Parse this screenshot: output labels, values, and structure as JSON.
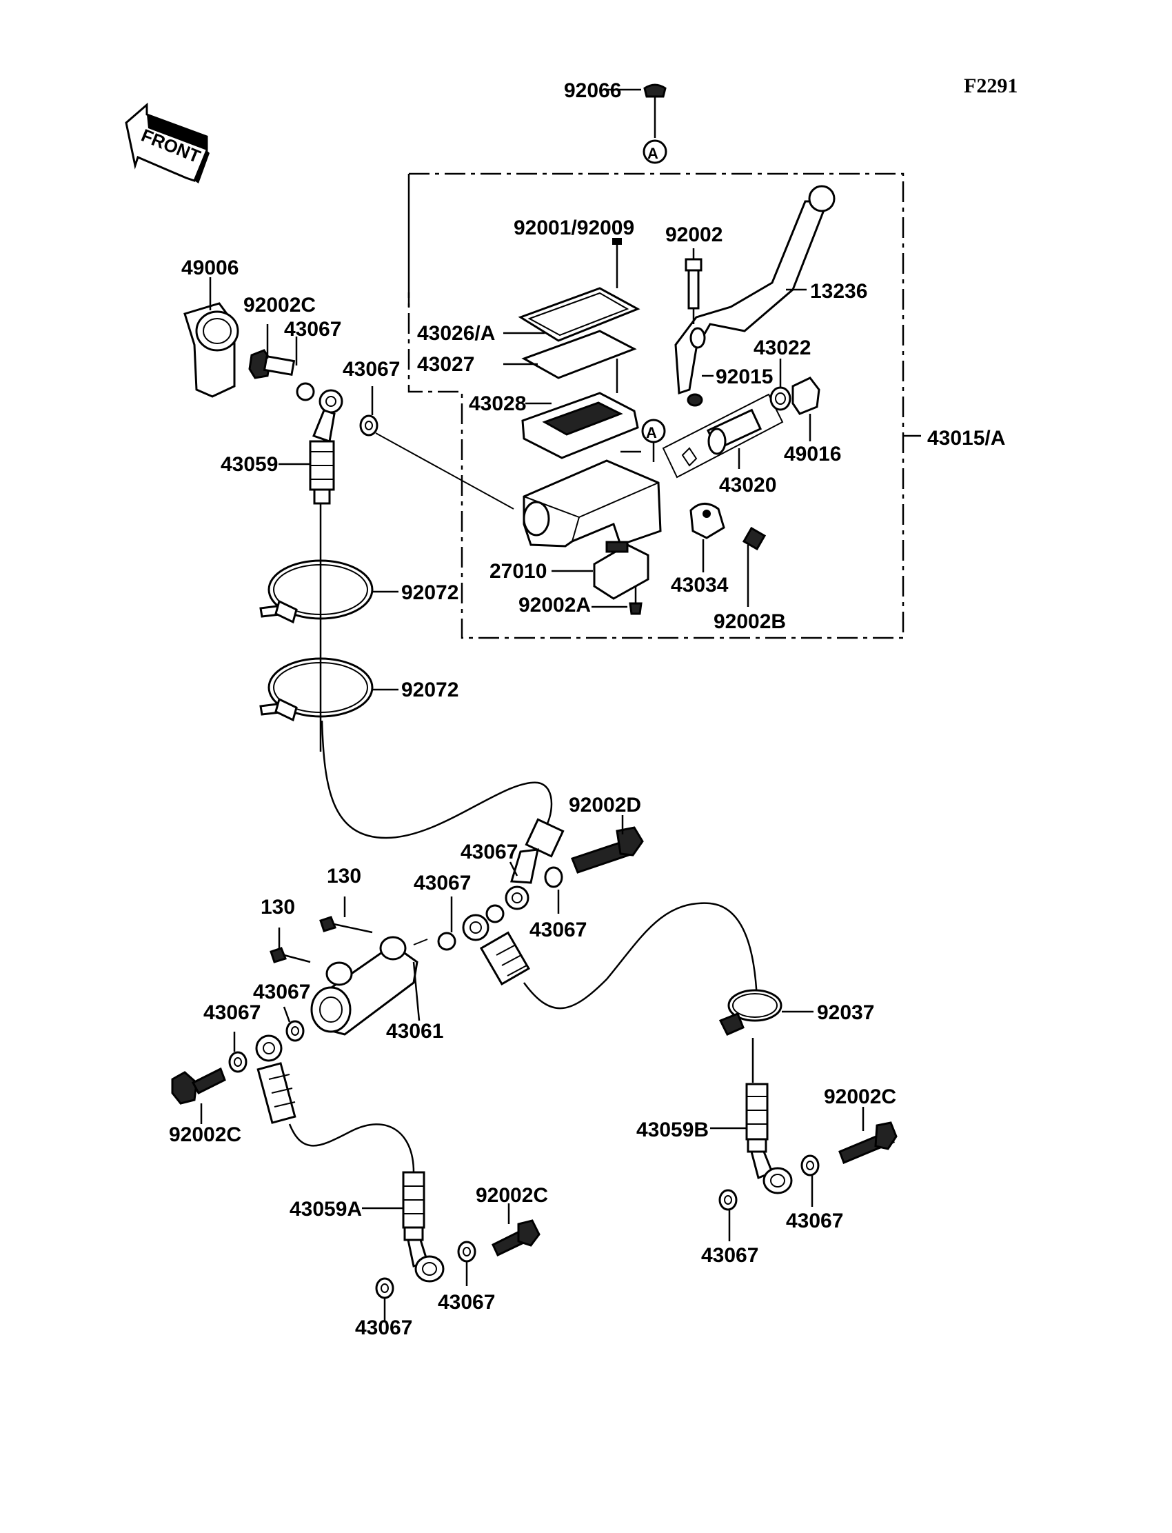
{
  "diagram": {
    "code": "F2291",
    "front_label": "FRONT",
    "reference_marker": "A",
    "labels": {
      "p92066": "92066",
      "p92001_92009": "92001/92009",
      "p92002_top": "92002",
      "p13236": "13236",
      "p49006": "49006",
      "p92002C_top": "92002C",
      "p43067_a": "43067",
      "p43067_b": "43067",
      "p43026A": "43026/A",
      "p43027": "43027",
      "p43028": "43028",
      "p43022": "43022",
      "p92015": "92015",
      "p43015A": "43015/A",
      "p49016": "49016",
      "p43020": "43020",
      "p43059": "43059",
      "p27010": "27010",
      "p43034": "43034",
      "p92002A": "92002A",
      "p92002B": "92002B",
      "p92072_a": "92072",
      "p92072_b": "92072",
      "p92002D": "92002D",
      "p43067_c": "43067",
      "p130_a": "130",
      "p43067_d": "43067",
      "p43067_e": "43067",
      "p130_b": "130",
      "p43067_f": "43067",
      "p43067_g": "43067",
      "p43061": "43061",
      "p92037": "92037",
      "p92002C_left": "92002C",
      "p92002C_right": "92002C",
      "p43059B": "43059B",
      "p43059A": "43059A",
      "p92002C_bottom": "92002C",
      "p43067_h": "43067",
      "p43067_i": "43067",
      "p43067_j": "43067",
      "p43067_k": "43067"
    }
  }
}
